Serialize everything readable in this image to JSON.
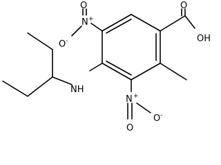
{
  "structure": {
    "labels": {
      "oh": "OH",
      "o_top": "O",
      "o_acid": "O",
      "n_top": "N",
      "o_minus_top": "O",
      "n_bottom": "N",
      "o_bottom": "O",
      "o_minus_bottom": "O",
      "nh": "NH",
      "plus": "+",
      "minus": "-"
    },
    "colors": {
      "ink": "#000000",
      "background": "#ffffff"
    }
  }
}
